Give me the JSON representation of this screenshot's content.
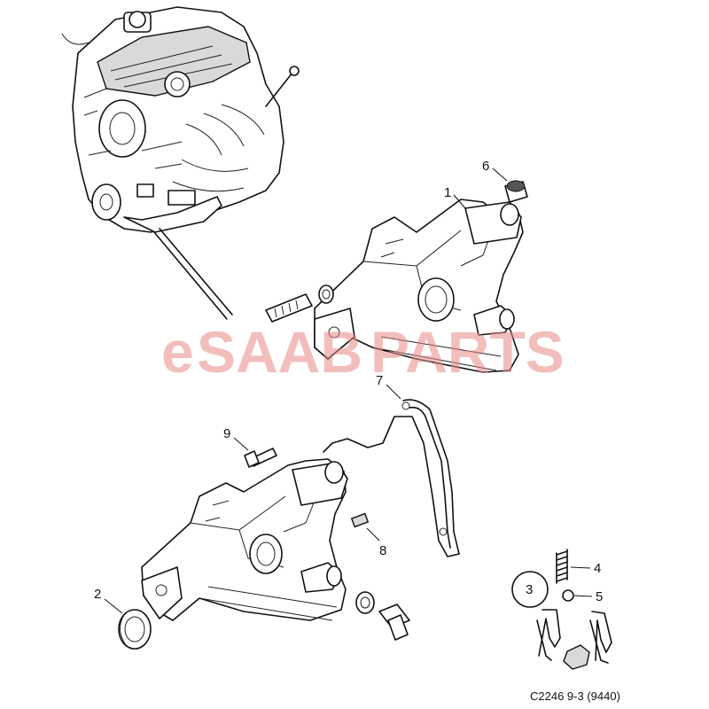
{
  "watermark": {
    "prefix": "e",
    "brand": "SAAB",
    "suffix": "PARTS",
    "color": "#e57373"
  },
  "callouts": [
    "1",
    "2",
    "3",
    "4",
    "5",
    "6",
    "7",
    "8",
    "9"
  ],
  "reference": "C2246 9-3 (9440)"
}
